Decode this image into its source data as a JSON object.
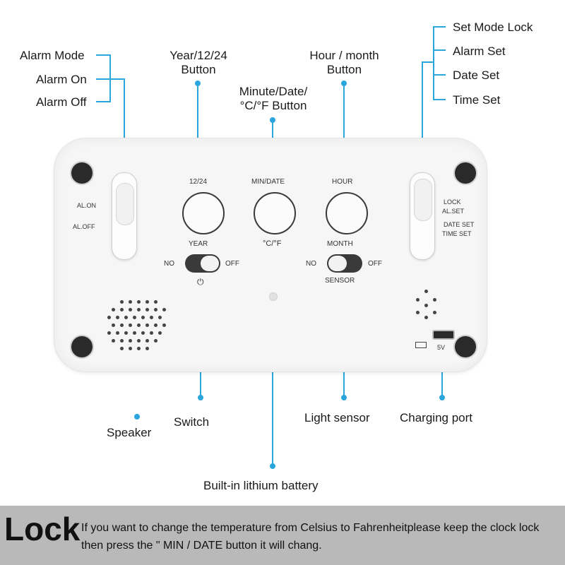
{
  "labels": {
    "alarm_mode": "Alarm Mode",
    "alarm_on": "Alarm On",
    "alarm_off": "Alarm Off",
    "year_button_l1": "Year/12/24",
    "year_button_l2": "Button",
    "min_date_l1": "Minute/Date/",
    "min_date_l2": "°C/°F Button",
    "hour_l1": "Hour / month",
    "hour_l2": "Button",
    "set_mode_lock": "Set Mode Lock",
    "alarm_set": "Alarm Set",
    "date_set": "Date Set",
    "time_set": "Time Set",
    "speaker": "Speaker",
    "switch": "Switch",
    "light_sensor": "Light sensor",
    "charging_port": "Charging port",
    "battery": "Built-in lithium battery"
  },
  "device": {
    "al_on": "AL.ON",
    "al_off": "AL.OFF",
    "btn_12_24": "12/24",
    "btn_min_date": "MIN/DATE",
    "btn_hour": "HOUR",
    "celsius_f": "°C/°F",
    "year": "YEAR",
    "month": "MONTH",
    "no_left": "NO",
    "off_left": "OFF",
    "no_right": "NO",
    "off_right": "OFF",
    "sensor": "SENSOR",
    "power_symbol": "⏻",
    "lock": "LOCK",
    "al_set": "AL.SET",
    "date_set": "DATE SET",
    "time_set": "TIME SET",
    "port_5v": "5V"
  },
  "footer": {
    "title": "Lock",
    "text": "If you want to change the temperature from Celsius to Fahrenheitplease keep the clock lock then press the \" MIN / DATE button it will chang."
  },
  "colors": {
    "pointer": "#2aa6dc",
    "footer_bg": "#b9b9b9"
  }
}
